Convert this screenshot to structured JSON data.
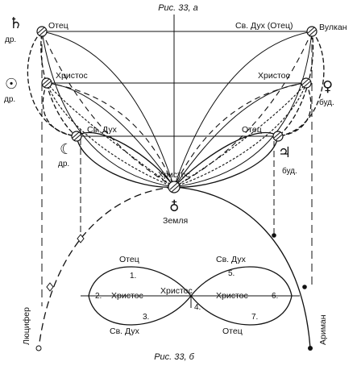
{
  "captions": {
    "top": "Рис. 33, а",
    "bottom": "Рис. 33, б"
  },
  "top_diagram": {
    "left_column": {
      "top": "Отец",
      "middle": "Христос",
      "bottom": "Св. Дух"
    },
    "right_column": {
      "top": "Св. Дух (Отец)",
      "middle": "Христос",
      "bottom": "Отец"
    },
    "center": "Христос",
    "earth": "Земля",
    "planets": {
      "saturn": {
        "symbol": "♄",
        "note": "др."
      },
      "sun": {
        "symbol": "☉",
        "note": "др."
      },
      "moon": {
        "symbol": "☾",
        "note": "др."
      },
      "vulcan": {
        "symbol": "",
        "note": "Вулкан"
      },
      "venus": {
        "symbol": "♀",
        "note": "буд."
      },
      "jupiter": {
        "symbol": "♃",
        "note": "буд."
      },
      "earth": {
        "symbol": "♁",
        "note": ""
      }
    }
  },
  "side_labels": {
    "left": "Люцифер",
    "right": "Ариман"
  },
  "figure_eight": {
    "left_top": "Отец",
    "left_middle": "Христос",
    "left_bottom": "Св. Дух",
    "right_top": "Св. Дух",
    "right_middle": "Христос",
    "right_bottom": "Отец",
    "center": "Христос",
    "numbers": [
      "1.",
      "2.",
      "3.",
      "4.",
      "5.",
      "6.",
      "7."
    ]
  },
  "colors": {
    "ink": "#111111",
    "background": "#ffffff"
  },
  "icons": [
    "saturn-icon",
    "sun-icon",
    "moon-icon",
    "venus-icon",
    "jupiter-icon",
    "earth-icon"
  ]
}
